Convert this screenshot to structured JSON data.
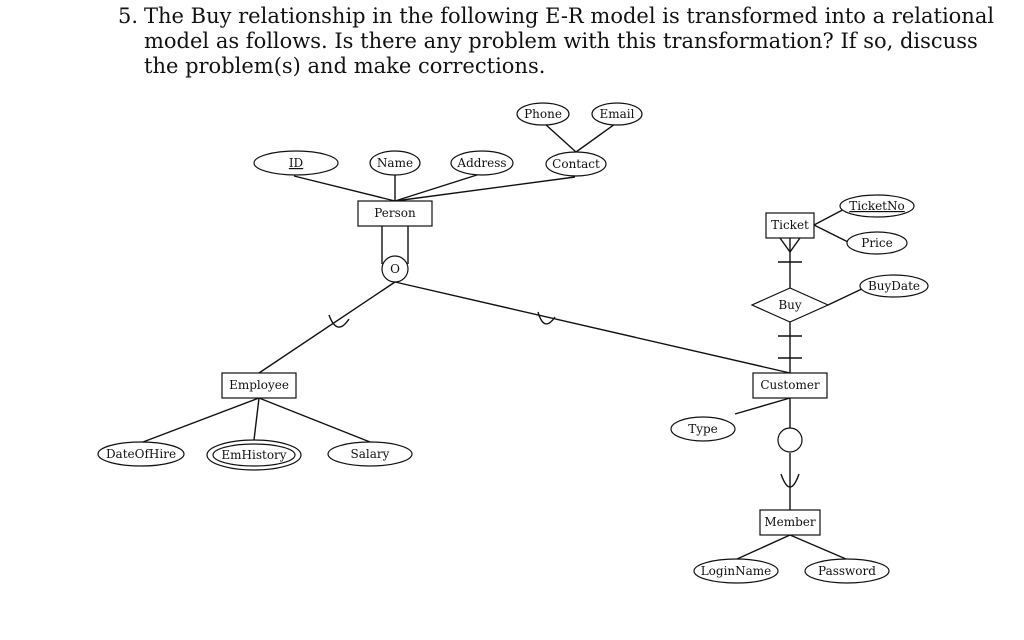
{
  "question": {
    "number": "5.",
    "text": "The Buy relationship in the following E-R model is transformed into a relational model as follows. Is there any problem with this transformation? If so, discuss the problem(s) and make corrections."
  },
  "diagram": {
    "entities": {
      "person": "Person",
      "employee": "Employee",
      "customer": "Customer",
      "ticket": "Ticket",
      "member": "Member"
    },
    "relationships": {
      "buy": "Buy"
    },
    "attributes": {
      "id": "ID",
      "name": "Name",
      "address": "Address",
      "contact": "Contact",
      "phone": "Phone",
      "email": "Email",
      "ticketno": "TicketNo",
      "price": "Price",
      "buydate": "BuyDate",
      "dateofhire": "DateOfHire",
      "emhistory": "EmHistory",
      "salary": "Salary",
      "type": "Type",
      "loginname": "LoginName",
      "password": "Password"
    },
    "specialization_label": "O"
  }
}
